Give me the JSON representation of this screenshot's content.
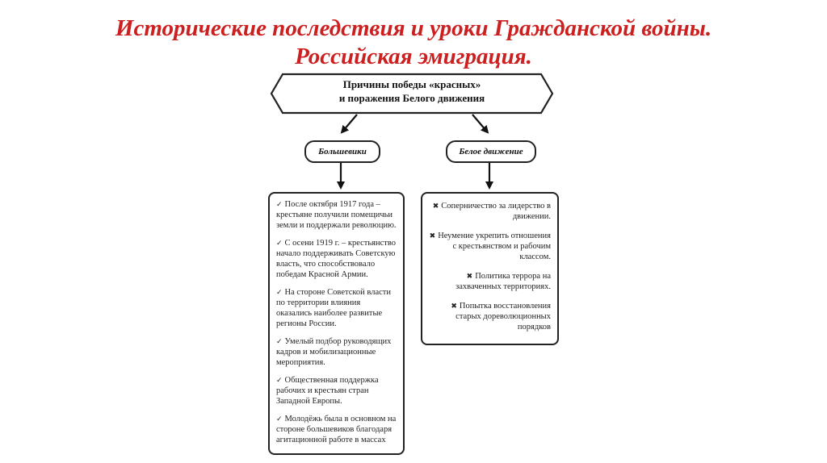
{
  "title": {
    "line1": "Исторические последствия и уроки Гражданской войны.",
    "line2": "Российская эмиграция."
  },
  "diagram": {
    "root": {
      "line1": "Причины победы «красных»",
      "line2": "и поражения Белого движения"
    },
    "left": {
      "label": "Большевики",
      "mark": "✓",
      "items": [
        "После октября 1917 года – крестьяне получили помещичьи земли и поддержали революцию.",
        "С осени 1919 г. – крестьянство начало поддерживать Советскую власть, что способствовало победам Красной Армии.",
        "На стороне Советской власти по территории влияния оказались наиболее развитые регионы России.",
        "Умелый подбор руководящих кадров и мобилизационные мероприятия.",
        "Общественная поддержка рабочих и крестьян стран Западной Европы.",
        "Молодёжь была в основном на стороне большевиков благодаря агитационной работе в массах"
      ]
    },
    "right": {
      "label": "Белое движение",
      "mark": "✖",
      "items": [
        "Соперничество за лидерство в движении.",
        "Неумение укрепить отношения с крестьянством и рабочим классом.",
        "Политика террора на захваченных территориях.",
        "Попытка восстановления старых дореволюционных порядков"
      ]
    }
  }
}
